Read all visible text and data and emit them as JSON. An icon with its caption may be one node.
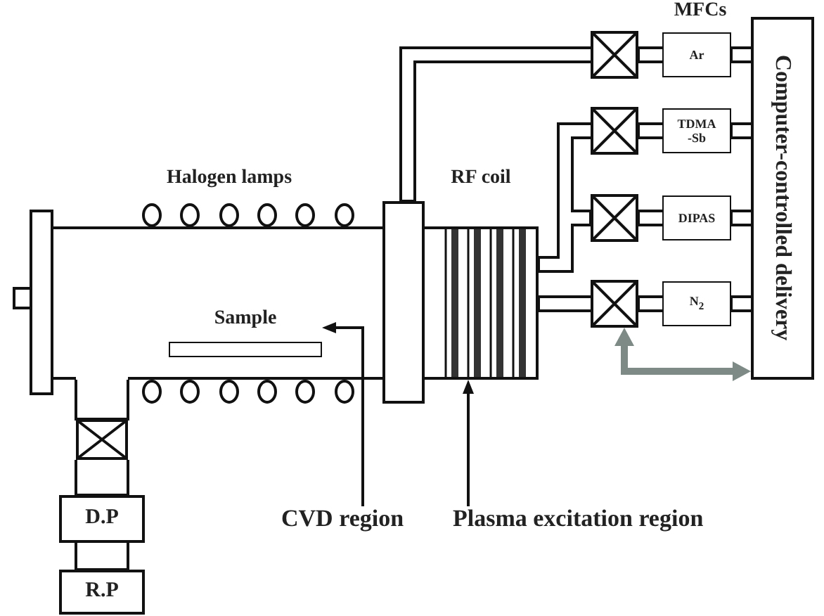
{
  "diagram": {
    "nodes": [
      {
        "text": [],
        "shape": "box"
      },
      {
        "text": [
          "Sample"
        ],
        "in": 0
      },
      {
        "text": [],
        "shape": "box"
      },
      {
        "text": [],
        "shape": "box"
      },
      {
        "text": [],
        "shape": "box"
      },
      {
        "text": [
          "Ar"
        ]
      },
      {
        "text": [],
        "shape": "box"
      },
      {
        "text": [
          "TDMA -Sb"
        ]
      },
      {
        "text": [],
        "shape": "box"
      },
      {
        "text": [
          "DIPAS"
        ]
      },
      {
        "text": [],
        "shape": "box"
      },
      {
        "text": [
          "N$_{2}$"
        ]
      },
      {
        "text": [
          "Computer-controlled delivery"
        ]
      },
      {
        "text": [],
        "shape": "box"
      },
      {
        "text": [
          "D.P"
        ]
      },
      {
        "text": [
          "R.P"
        ]
      },
      {
        "text": [
          "CVD region"
        ]
      },
      {
        "text": [
          "Plasma excitation region"
        ]
      }
    ],
    "edges": [
      {
        "from": 12,
        "to": 5,
        "arrow": "none"
      },
      {
        "from": 12,
        "to": 7,
        "arrow": "none"
      },
      {
        "from": 12,
        "to": 9,
        "arrow": "none"
      },
      {
        "from": 12,
        "to": 11,
        "arrow": "none"
      },
      {
        "from": 5,
        "to": 4,
        "arrow": "none"
      },
      {
        "from": 7,
        "to": 6,
        "arrow": "none"
      },
      {
        "from": 9,
        "to": 8,
        "arrow": "none"
      },
      {
        "from": 11,
        "to": 10,
        "arrow": "none"
      },
      {
        "from": 4,
        "to": 2,
        "arrow": "none"
      },
      {
        "from": 6,
        "to": 3,
        "arrow": "none"
      },
      {
        "from": 8,
        "to": 3,
        "arrow": "none"
      },
      {
        "from": 10,
        "to": 3,
        "arrow": "none"
      },
      {
        "from": 0,
        "to": 13,
        "arrow": "none"
      },
      {
        "from": 13,
        "to": 14,
        "arrow": "none"
      },
      {
        "from": 14,
        "to": 15,
        "arrow": "none"
      },
      {
        "from": 10,
        "to": 12,
        "arrow": "both",
        "style": "thick",
        "color": "#7d8a86"
      },
      {
        "from": 16,
        "to": 1,
        "arrow": "to"
      },
      {
        "from": 17,
        "to": 3,
        "arrow": "to"
      }
    ],
    "labels": [
      "MFCs",
      "Halogen lamps",
      "RF coil"
    ]
  }
}
